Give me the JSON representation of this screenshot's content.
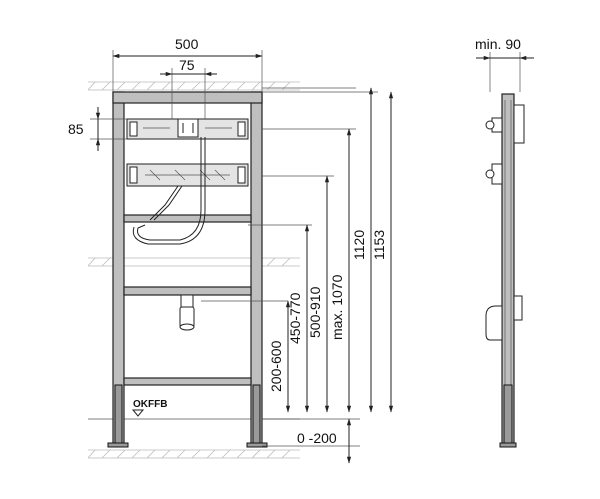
{
  "dimensions": {
    "width_top": "500",
    "connection_spacing": "75",
    "mount_height": "85",
    "depth_min": "min. 90",
    "h_200_600": "200-600",
    "h_450_770": "450-770",
    "h_500_910": "500-910",
    "h_max_1070": "max. 1070",
    "h_1120": "1120",
    "h_1153": "1153",
    "h_0_200": "0 -200"
  },
  "labels": {
    "floor_level": "OKFFB"
  }
}
